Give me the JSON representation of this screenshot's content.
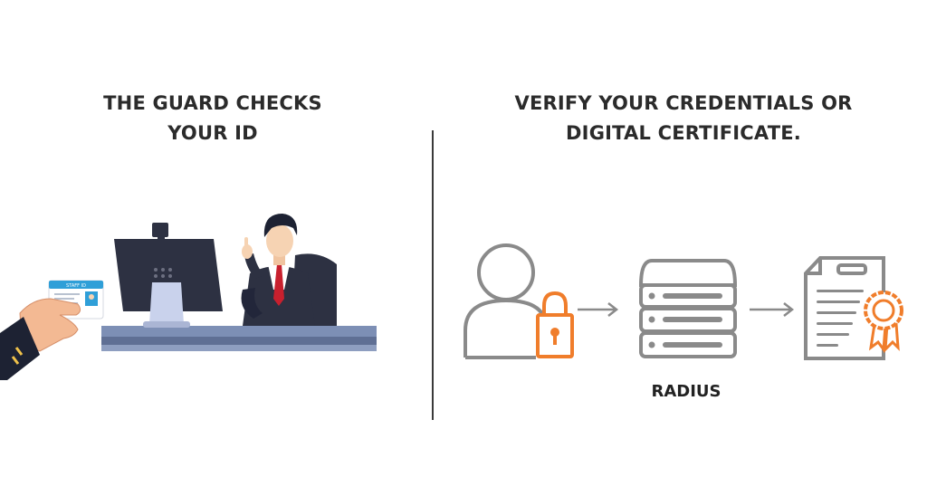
{
  "left_panel": {
    "heading_lines": [
      "THE GUARD CHECKS",
      "YOUR ID"
    ],
    "id_card_header": "STAFF ID"
  },
  "right_panel": {
    "heading_lines": [
      "VERIFY YOUR CREDENTIALS OR",
      "DIGITAL CERTIFICATE."
    ],
    "server_label": "RADIUS"
  },
  "colors": {
    "text": "#2b2b2b",
    "icon_gray": "#8a8a8a",
    "accent_orange": "#f07d2b",
    "suit_navy": "#2d3142",
    "desk_blue": "#6c7ea4",
    "tie_red": "#c8202e",
    "card_blue": "#2f9fd8"
  },
  "icons": [
    "user-icon",
    "padlock-icon",
    "arrow-right-icon",
    "server-icon",
    "certificate-icon",
    "award-badge-icon"
  ]
}
